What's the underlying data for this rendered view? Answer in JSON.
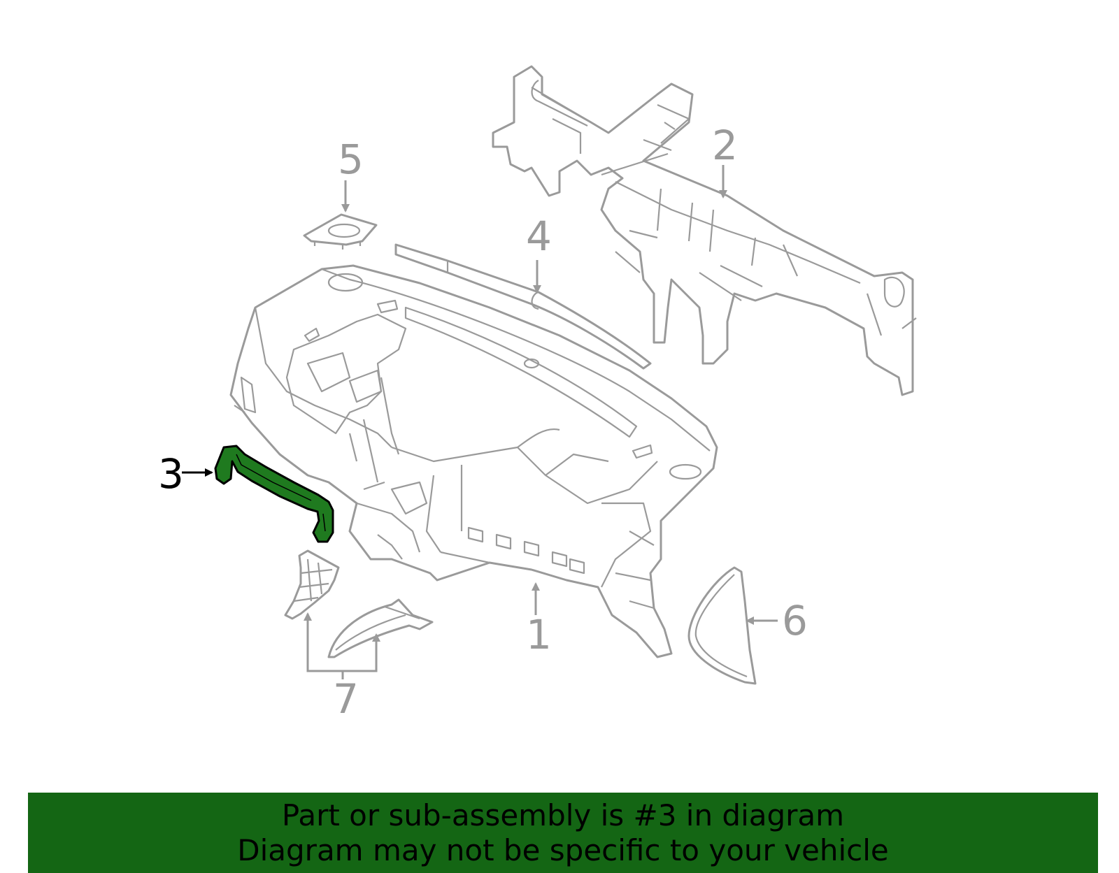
{
  "callouts": {
    "c1": "1",
    "c2": "2",
    "c3": "3",
    "c4": "4",
    "c5": "5",
    "c6": "6",
    "c7": "7"
  },
  "highlight": {
    "part": "3",
    "color": "#1f7a1f"
  },
  "banner": {
    "line1": "Part or sub-assembly is #3 in diagram",
    "line2": "Diagram may not be specific to your vehicle",
    "background": "#146614"
  }
}
